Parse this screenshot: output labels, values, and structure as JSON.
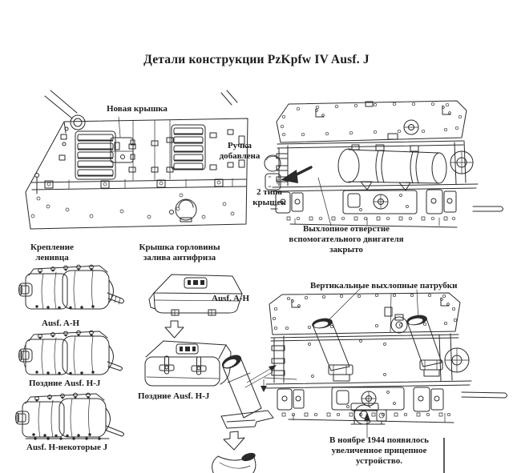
{
  "page": {
    "title": "Детали конструкции PzKpfw IV Ausf. J"
  },
  "engine_deck": {
    "new_cover_label": "Новая крышка"
  },
  "caps_between": {
    "handle_label": "Ручка добавлена",
    "two_types_label": "2 типа крышек"
  },
  "muffler_view": {
    "caption": "Выхлопное отверстие вспомогательного двигателя закрыто"
  },
  "idler": {
    "header": "Крепление ленивца",
    "variants": [
      {
        "label": "Ausf. A-H"
      },
      {
        "label": "Поздние Ausf. H-J"
      },
      {
        "label": "Ausf. H-некоторые J"
      }
    ]
  },
  "filler_cap": {
    "header": "Крышка горловины залива антифриза",
    "variants": [
      {
        "label": "Ausf. A-H"
      },
      {
        "label": "Поздние Ausf. H-J"
      }
    ]
  },
  "exhaust_pipes": {
    "header": "Вертикальные выхлопные патрубки",
    "caption": "В ноябре 1944 появилось увеличенное прицепное устройство."
  },
  "colors": {
    "ink": "#2a2a2a",
    "paper": "#ffffff"
  }
}
